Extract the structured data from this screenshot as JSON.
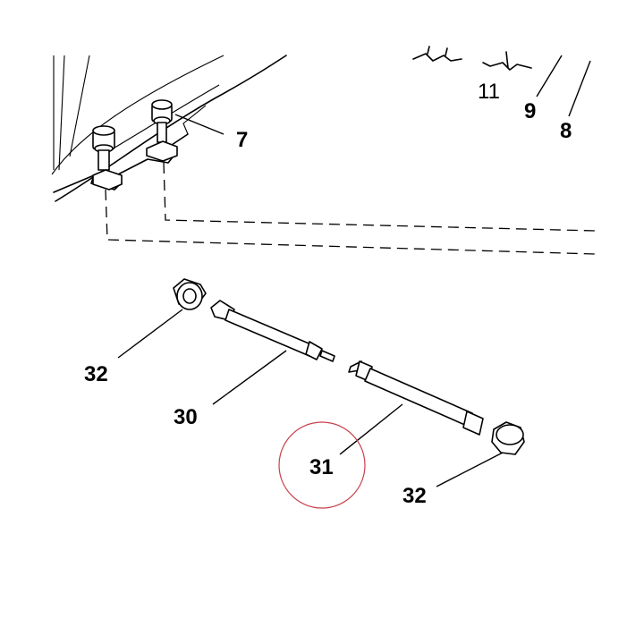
{
  "callouts": [
    {
      "id": "7",
      "label": "7",
      "style": "bold"
    },
    {
      "id": "8",
      "label": "8",
      "style": "bold"
    },
    {
      "id": "9",
      "label": "9",
      "style": "bold"
    },
    {
      "id": "11",
      "label": "11",
      "style": "light"
    },
    {
      "id": "32a",
      "label": "32",
      "style": "bold"
    },
    {
      "id": "30",
      "label": "30",
      "style": "bold"
    },
    {
      "id": "31",
      "label": "31",
      "style": "bold",
      "highlighted": true
    },
    {
      "id": "32b",
      "label": "32",
      "style": "bold"
    }
  ],
  "highlight_color": "#c8404a",
  "line_color": "#000000",
  "background": "#ffffff"
}
